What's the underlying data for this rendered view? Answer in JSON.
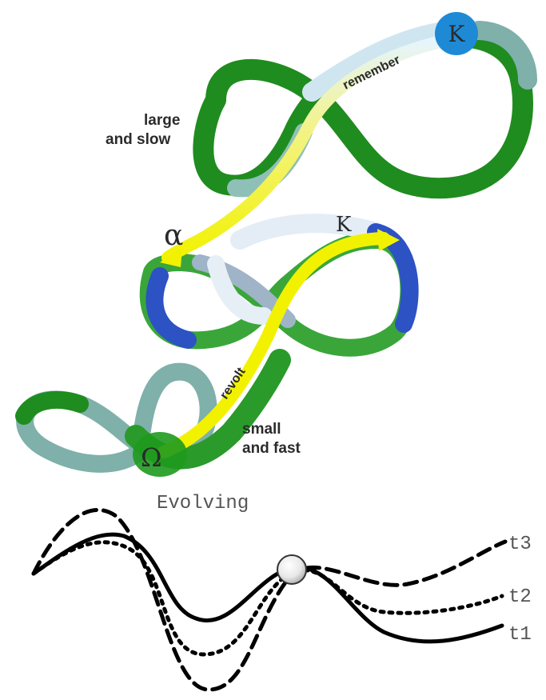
{
  "labels": {
    "large_slow_line1": "large",
    "large_slow_line2": "and  slow",
    "remember": "remember",
    "kappa_top": "K",
    "alpha": "α",
    "kappa_mid": "K",
    "revolt": "revolt",
    "omega": "Ω",
    "small_fast_line1": "small",
    "small_fast_line2": "and fast",
    "evolving": "Evolving",
    "t1": "t1",
    "t2": "t2",
    "t3": "t3"
  },
  "colors": {
    "green_dark": "#1e8a1e",
    "green": "#3cab3c",
    "teal": "#7fb0aa",
    "blue": "#2f56c8",
    "pale": "#e6eef6",
    "yellow": "#f2f200",
    "orb": "#1e8ad6"
  }
}
